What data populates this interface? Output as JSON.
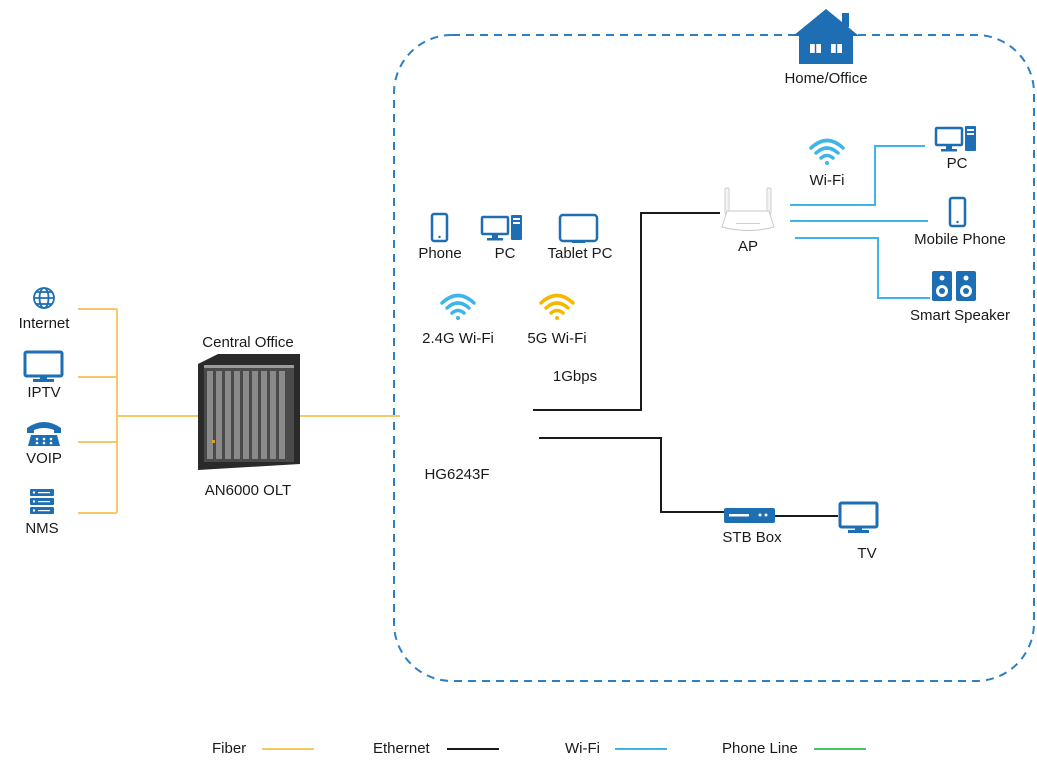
{
  "colors": {
    "fiber": "#f5c86a",
    "ethernet": "#1a1a1a",
    "wifi": "#3db4ea",
    "phone_line": "#3cc96a",
    "icon_blue": "#1e6eb4",
    "wifi_5g": "#f5b800",
    "boundary": "#2d7fc1"
  },
  "home": {
    "label": "Home/Office",
    "icon": "house-icon"
  },
  "sources": [
    {
      "label": "Internet",
      "icon": "globe-icon"
    },
    {
      "label": "IPTV",
      "icon": "monitor-icon"
    },
    {
      "label": "VOIP",
      "icon": "telephone-icon"
    },
    {
      "label": "NMS",
      "icon": "server-icon"
    }
  ],
  "olt": {
    "top_label": "Central Office",
    "bottom_label": "AN6000 OLT",
    "icon": "olt-chassis-icon"
  },
  "ont": {
    "label": "HG6243F",
    "devices": [
      {
        "label": "Phone",
        "icon": "phone-icon"
      },
      {
        "label": "PC",
        "icon": "pc-icon"
      },
      {
        "label": "Tablet PC",
        "icon": "tablet-icon"
      }
    ],
    "wifi_24_label": "2.4G Wi-Fi",
    "wifi_5_label": "5G Wi-Fi",
    "uplink_label": "1Gbps"
  },
  "ap": {
    "label": "AP",
    "icon": "access-point-icon",
    "wifi_label": "Wi-Fi",
    "clients": [
      {
        "label": "PC",
        "icon": "pc-icon"
      },
      {
        "label": "Mobile Phone",
        "icon": "phone-icon"
      },
      {
        "label": "Smart Speaker",
        "icon": "speaker-icon"
      }
    ]
  },
  "stb": {
    "label": "STB Box",
    "icon": "set-top-box-icon"
  },
  "tv": {
    "label": "TV",
    "icon": "tv-icon"
  },
  "legend": [
    {
      "label": "Fiber",
      "color_key": "fiber"
    },
    {
      "label": "Ethernet",
      "color_key": "ethernet"
    },
    {
      "label": "Wi-Fi",
      "color_key": "wifi"
    },
    {
      "label": "Phone Line",
      "color_key": "phone_line"
    }
  ]
}
